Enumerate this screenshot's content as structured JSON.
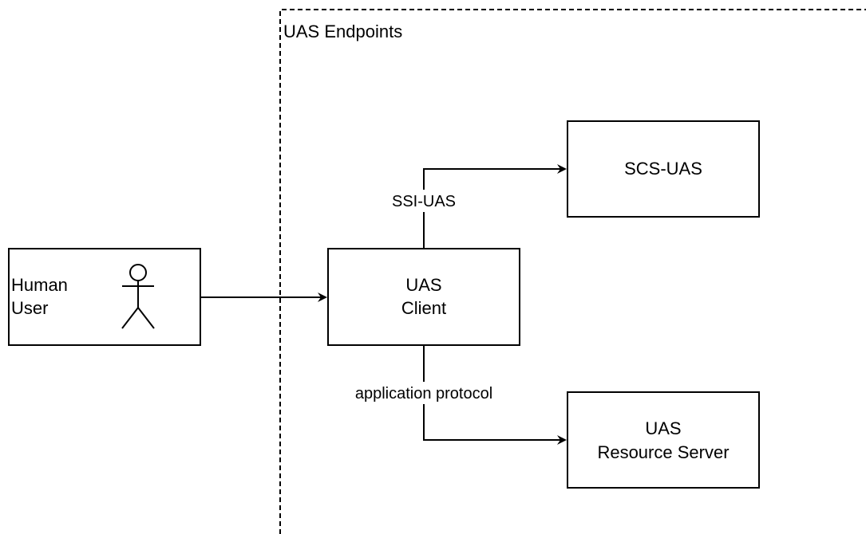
{
  "group": {
    "label": "UAS Endpoints"
  },
  "nodes": {
    "human_user": {
      "line1": "Human",
      "line2": "User"
    },
    "uas_client": {
      "line1": "UAS",
      "line2": "Client"
    },
    "scs_uas": {
      "label": "SCS-UAS"
    },
    "resource_server": {
      "line1": "UAS",
      "line2": "Resource Server"
    }
  },
  "edges": {
    "ssi_uas": {
      "label": "SSI-UAS"
    },
    "application_protocol": {
      "label": "application protocol"
    }
  }
}
